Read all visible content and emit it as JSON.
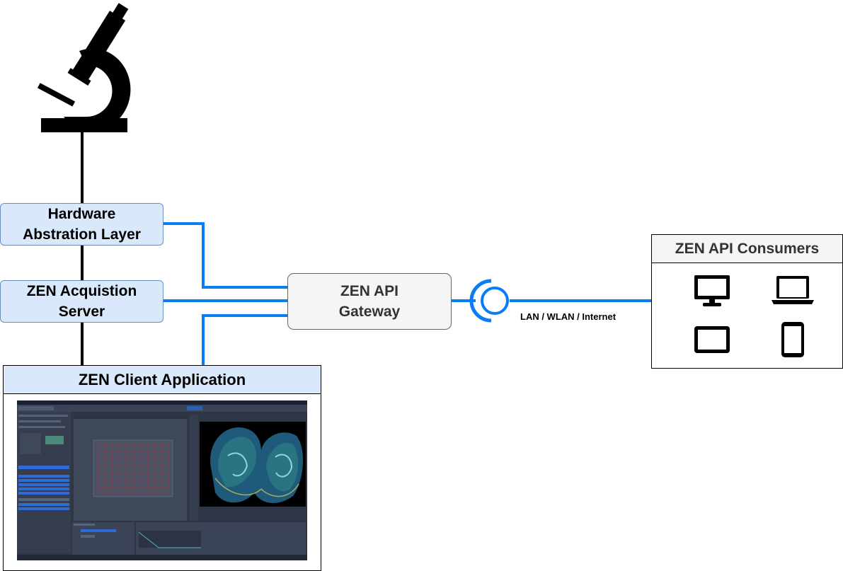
{
  "nodes": {
    "hal": "Hardware\nAbstration Layer",
    "acquisition_server": "ZEN Acquistion\nServer",
    "client_application": "ZEN Client Application",
    "gateway": "ZEN API\nGateway",
    "consumers": "ZEN API Consumers"
  },
  "network_label": "LAN / WLAN / Internet",
  "icons": [
    "microscope-icon",
    "monitor-icon",
    "laptop-icon",
    "tablet-icon",
    "phone-icon",
    "network-interface-icon"
  ],
  "colors": {
    "connector_blue": "#0a7cf5",
    "box_fill_blue": "#dae8fc",
    "box_border_blue": "#6c8ebf",
    "gateway_fill": "#f5f5f5"
  }
}
